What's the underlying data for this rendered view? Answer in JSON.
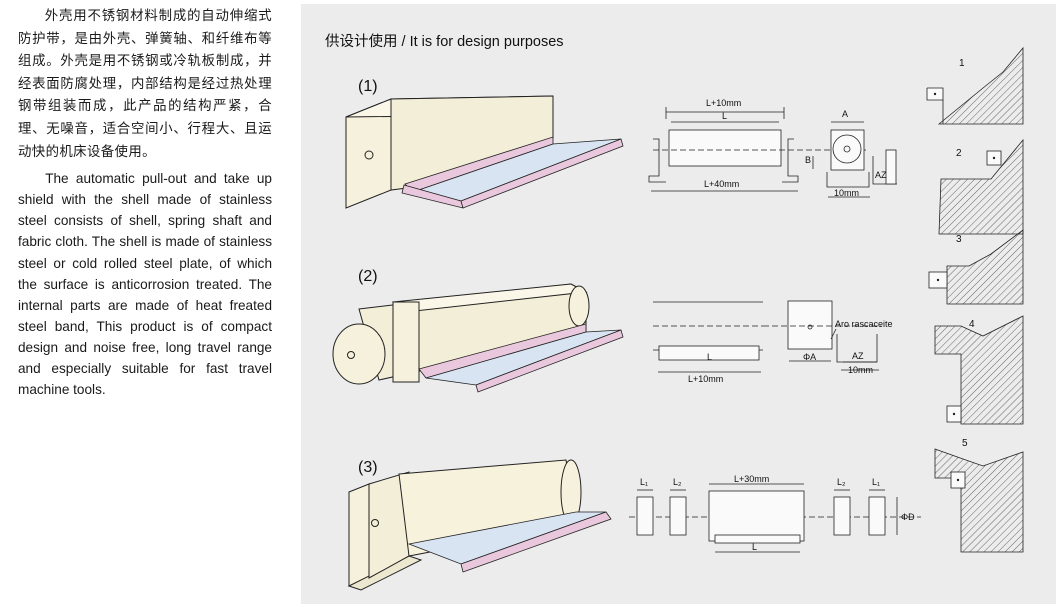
{
  "description": {
    "chinese": "外壳用不锈钢材料制成的自动伸缩式防护带，是由外壳、弹簧轴、和纤维布等组成。外壳是用不锈钢或冷轨板制成，并经表面防腐处理，内部结构是经过热处理钢带组装而成，此产品的结构严紧，合理、无噪音，适合空间小、行程大、且运动快的机床设备使用。",
    "english": "The automatic pull-out and take up shield with the shell made of stainless steel consists of shell, spring shaft and fabric cloth. The shell is made of stainless steel or cold rolled steel plate, of which the surface is anticorrosion treated. The internal parts are made of heat freated steel band, This product is of compact design and noise free, long travel range and especially suitable for fast travel machine tools."
  },
  "panel": {
    "title": "供设计使用 / It is for design purposes",
    "rows": [
      {
        "label": "(1)",
        "dims": {
          "top": "L+10mm",
          "inner": "L",
          "bottom": "L+40mm",
          "a": "A",
          "b": "B",
          "az": "AZ",
          "w10": "10mm"
        }
      },
      {
        "label": "(2)",
        "dims": {
          "inner": "L",
          "bottom": "L+10mm",
          "phi": "ΦA",
          "az": "AZ",
          "w10": "10mm",
          "note": "Aro rascaceite"
        }
      },
      {
        "label": "(3)",
        "dims": {
          "top": "L+30mm",
          "inner": "L",
          "l1": "L₁",
          "l2": "L₂",
          "phid": "ΦD"
        }
      }
    ],
    "mounting_numbers": [
      "1",
      "2",
      "3",
      "4",
      "5"
    ]
  },
  "colors": {
    "panel_bg": "#ececec",
    "housing": "#f7f3df",
    "fabric_pink": "#e8c6dc",
    "fabric_blue": "#d7e3f1",
    "outline": "#222222"
  }
}
